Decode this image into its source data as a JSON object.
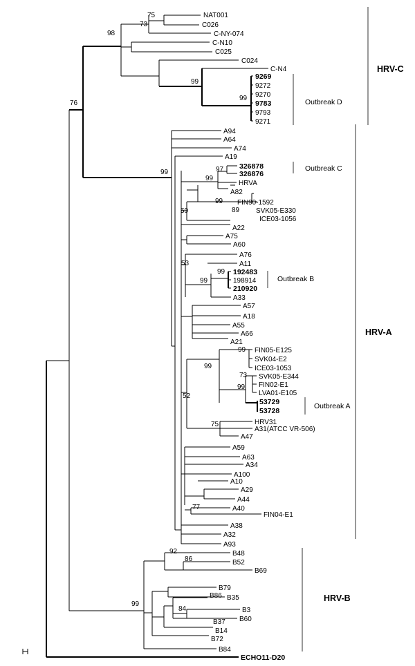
{
  "leaves": {
    "NAT001": "NAT001",
    "C026": "C026",
    "C-NY-074": "C-NY-074",
    "C-N10": "C-N10",
    "C025": "C025",
    "C024": "C024",
    "C-N4": "C-N4",
    "9269": "9269",
    "9272": "9272",
    "9270": "9270",
    "9783": "9783",
    "9793": "9793",
    "9271": "9271",
    "A94": "A94",
    "A64": "A64",
    "A74": "A74",
    "A19": "A19",
    "326878": "326878",
    "326876": "326876",
    "HRVA": "HRVA",
    "A82": "A82",
    "FIN90-1592": "FIN90-1592",
    "SVK05-E330": "SVK05-E330",
    "ICE03-1056": "ICE03-1056",
    "A22": "A22",
    "A75": "A75",
    "A60": "A60",
    "A76": "A76",
    "A11": "A11",
    "192483": "192483",
    "198914": "198914",
    "210920": "210920",
    "A33": "A33",
    "A57": "A57",
    "A18": "A18",
    "A55": "A55",
    "A66": "A66",
    "A21": "A21",
    "FIN05-E125": "FIN05-E125",
    "SVK04-E2": "SVK04-E2",
    "ICE03-1053": "ICE03-1053",
    "SVK05-E344": "SVK05-E344",
    "FIN02-E1": "FIN02-E1",
    "LVA01-E105": "LVA01-E105",
    "53729": "53729",
    "53728": "53728",
    "HRV31": "HRV31",
    "A31": "A31(ATCC VR-506)",
    "A47": "A47",
    "A59": "A59",
    "A63": "A63",
    "A34": "A34",
    "A100": "A100",
    "A10": "A10",
    "A29": "A29",
    "A44": "A44",
    "A40": "A40",
    "FIN04-E1": "FIN04-E1",
    "A38": "A38",
    "A32": "A32",
    "A93": "A93",
    "B48": "B48",
    "B52": "B52",
    "B69": "B69",
    "B79": "B79",
    "B35": "B35",
    "B86": "B86",
    "B3": "B3",
    "B60": "B60",
    "B37": "B37",
    "B14": "B14",
    "B72": "B72",
    "B84": "B84",
    "ECHO11-D20": "ECHO11-D20"
  },
  "bootstrap": {
    "b75": "75",
    "b73": "73",
    "b98": "98",
    "b99c": "99",
    "b99d": "99",
    "b76": "76",
    "b99a": "99",
    "b97": "97",
    "b99h": "99",
    "b99f": "99",
    "b89": "89",
    "b59": "59",
    "b53": "53",
    "b99ob": "99",
    "b99b2": "99",
    "b99fin05": "99",
    "b73a": "73",
    "b99svk": "99",
    "b52": "52",
    "b75a": "75",
    "b77": "77",
    "b92": "92",
    "b86": "86",
    "b84": "84",
    "b99b": "99"
  },
  "groups": {
    "hrv_c": "HRV-C",
    "hrv_a": "HRV-A",
    "hrv_b": "HRV-B"
  },
  "outbreaks": {
    "d": "Outbreak D",
    "c": "Outbreak C",
    "b": "Outbreak B",
    "a": "Outbreak A"
  }
}
